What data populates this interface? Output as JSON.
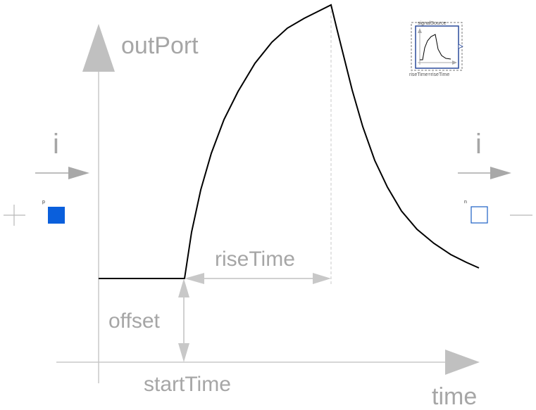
{
  "diagram": {
    "labels": {
      "y_axis": "outPort",
      "x_axis": "time",
      "rise_time": "riseTime",
      "offset": "offset",
      "start_time": "startTime",
      "current_left": "i",
      "current_right": "i",
      "plus_sign": "+",
      "minus_sign": "—",
      "pin_p": "p",
      "pin_n": "n"
    },
    "colors": {
      "axis": "#c0c0c0",
      "arrow_gray": "#a0a0a0",
      "curve": "#000000",
      "pin_p_fill": "#0a5fdc",
      "pin_n_stroke": "#1a5fc4",
      "label_gray": "#a6a6a6"
    }
  },
  "icon": {
    "title": "signalSource",
    "caption": "riseTime=riseTime"
  }
}
